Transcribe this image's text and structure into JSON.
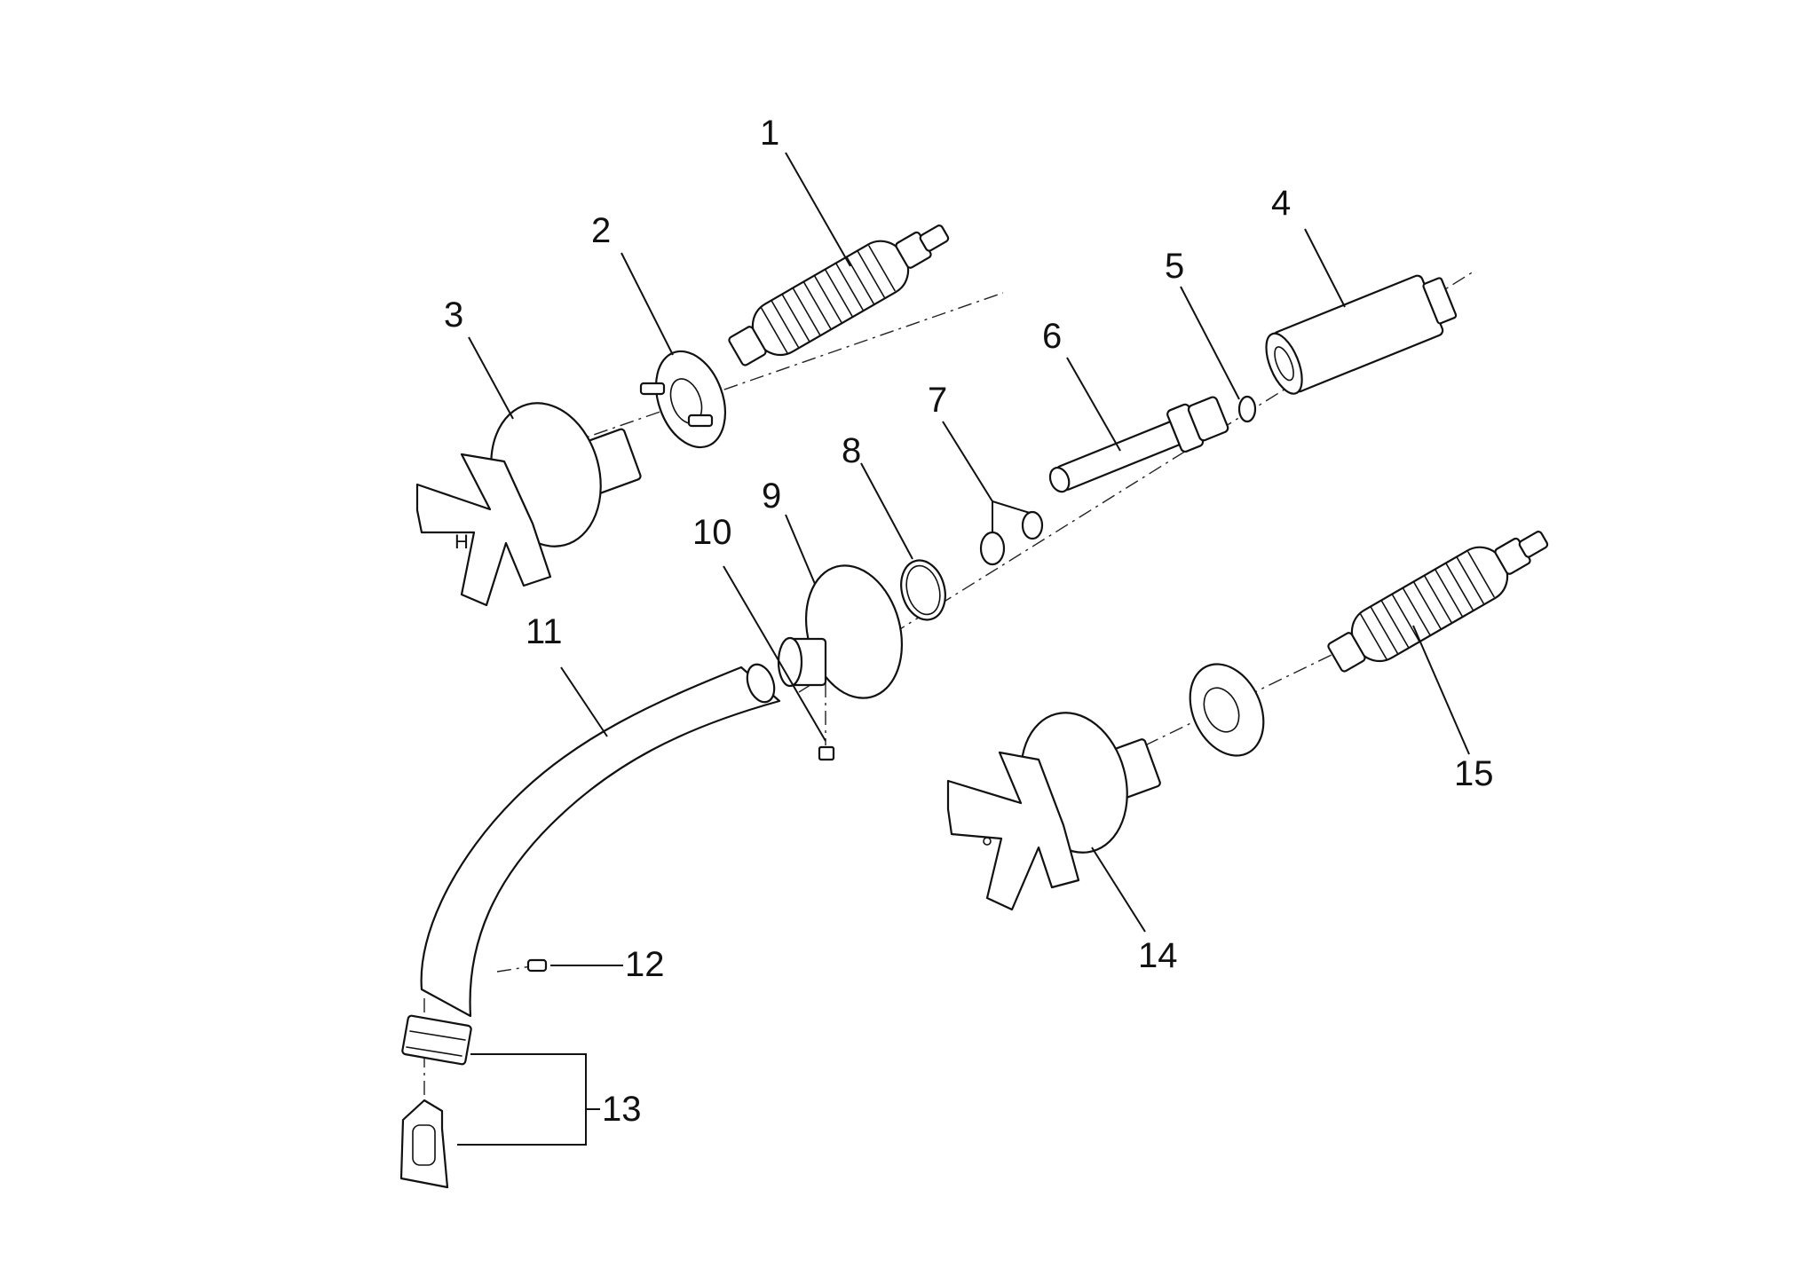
{
  "callouts": [
    {
      "id": "1",
      "text": "1"
    },
    {
      "id": "2",
      "text": "2"
    },
    {
      "id": "3",
      "text": "3"
    },
    {
      "id": "4",
      "text": "4"
    },
    {
      "id": "5",
      "text": "5"
    },
    {
      "id": "6",
      "text": "6"
    },
    {
      "id": "7",
      "text": "7"
    },
    {
      "id": "8",
      "text": "8"
    },
    {
      "id": "9",
      "text": "9"
    },
    {
      "id": "10",
      "text": "10"
    },
    {
      "id": "11",
      "text": "11"
    },
    {
      "id": "12",
      "text": "12"
    },
    {
      "id": "13",
      "text": "13"
    },
    {
      "id": "14",
      "text": "14"
    },
    {
      "id": "15",
      "text": "15"
    }
  ],
  "handle_marking": "H"
}
